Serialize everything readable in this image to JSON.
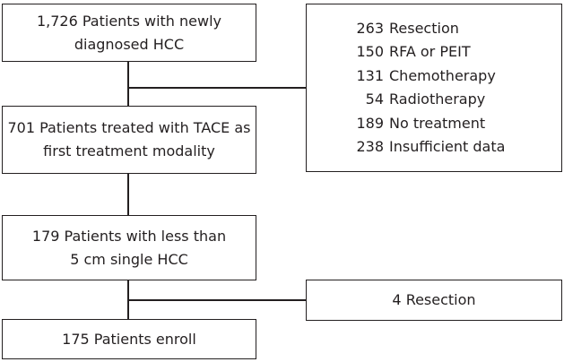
{
  "boxes": {
    "diagnosed": {
      "lines": [
        "1,726 Patients with newly",
        "diagnosed HCC"
      ]
    },
    "tace": {
      "lines": [
        "701 Patients treated with TACE as",
        "first treatment modality"
      ]
    },
    "single_hcc": {
      "lines": [
        "179 Patients with less than",
        "5 cm single HCC"
      ]
    },
    "enroll": {
      "lines": [
        "175 Patients enroll"
      ]
    }
  },
  "exclusions_1": {
    "items": [
      {
        "count": "263",
        "label": "Resection"
      },
      {
        "count": "150",
        "label": "RFA or PEIT"
      },
      {
        "count": "131",
        "label": "Chemotherapy"
      },
      {
        "count": "54",
        "label": "Radiotherapy"
      },
      {
        "count": "189",
        "label": "No treatment"
      },
      {
        "count": "238",
        "label": "Insufficient data"
      }
    ]
  },
  "exclusions_2": {
    "text": "4 Resection"
  }
}
